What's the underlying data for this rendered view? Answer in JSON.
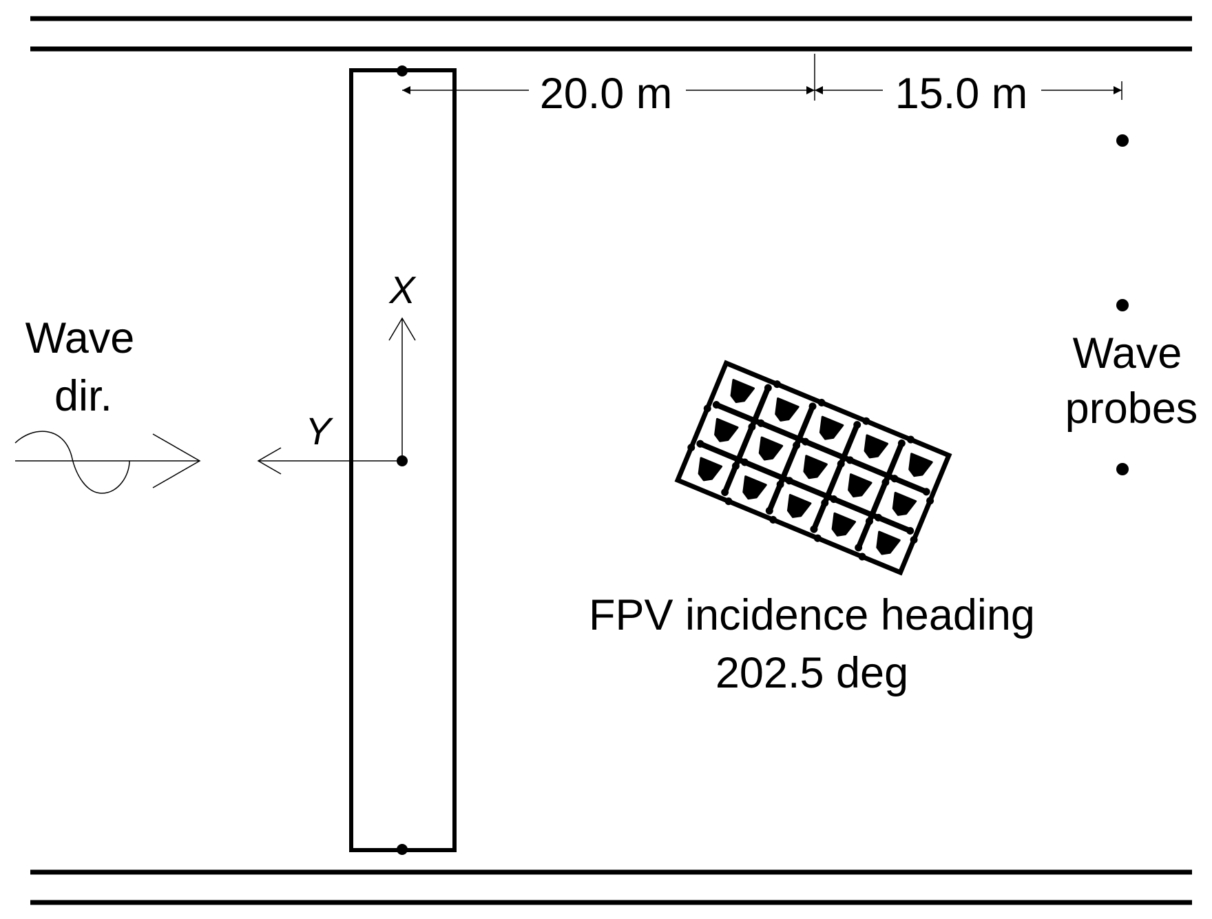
{
  "dimensions": {
    "left_distance": "20.0 m",
    "right_distance": "15.0 m"
  },
  "wave_direction": {
    "line1": "Wave",
    "line2": "dir."
  },
  "axes": {
    "x_label": "X",
    "y_label": "Y"
  },
  "wave_probes": {
    "line1": "Wave",
    "line2": "probes",
    "count": 3
  },
  "fpv": {
    "line1": "FPV incidence heading",
    "line2": "202.5 deg",
    "grid_columns": 5,
    "grid_rows": 3
  },
  "colors": {
    "ink": "#000000",
    "background": "#ffffff"
  }
}
